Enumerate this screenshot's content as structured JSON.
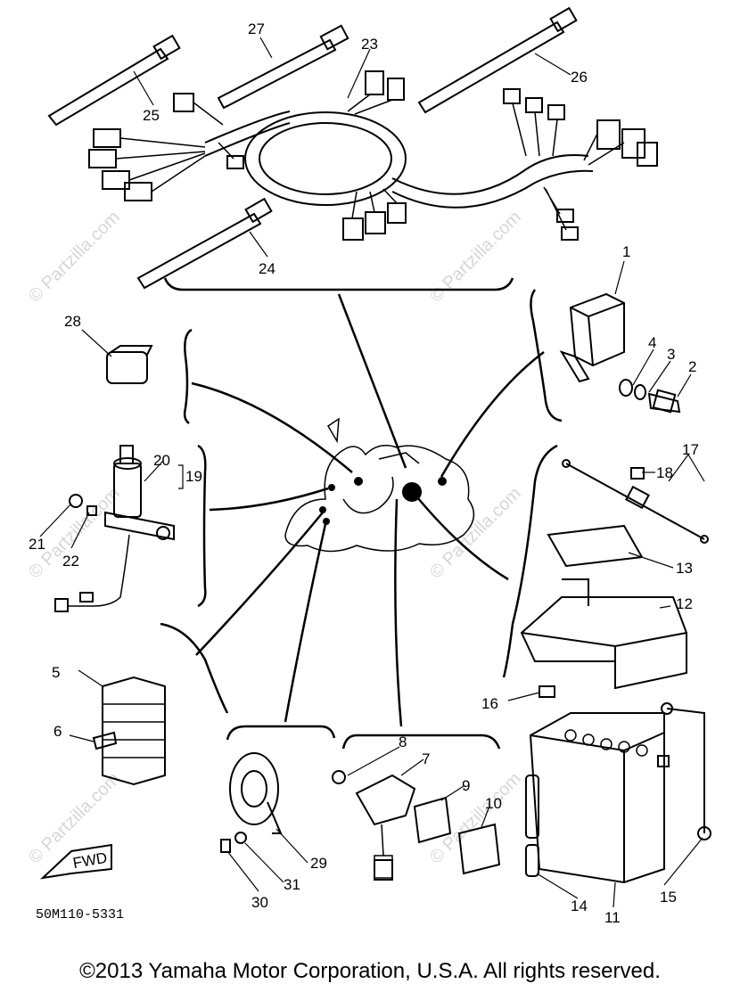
{
  "watermark": "© Partzilla.com",
  "diagram_code": "50M110-5331",
  "fwd_label": "FWD",
  "copyright": "©2013  Yamaha Motor Corporation, U.S.A. All rights reserved.",
  "callouts": {
    "n1": "1",
    "n2": "2",
    "n3": "3",
    "n4": "4",
    "n5": "5",
    "n6": "6",
    "n7": "7",
    "n8": "8",
    "n9": "9",
    "n10": "10",
    "n11": "11",
    "n12": "12",
    "n13": "13",
    "n14": "14",
    "n15": "15",
    "n16": "16",
    "n17": "17",
    "n18": "18",
    "n19": "19",
    "n20": "20",
    "n21": "21",
    "n22": "22",
    "n23": "23",
    "n24": "24",
    "n25": "25",
    "n26": "26",
    "n27": "27",
    "n28": "28",
    "n29": "29",
    "n30": "30",
    "n31": "31"
  }
}
